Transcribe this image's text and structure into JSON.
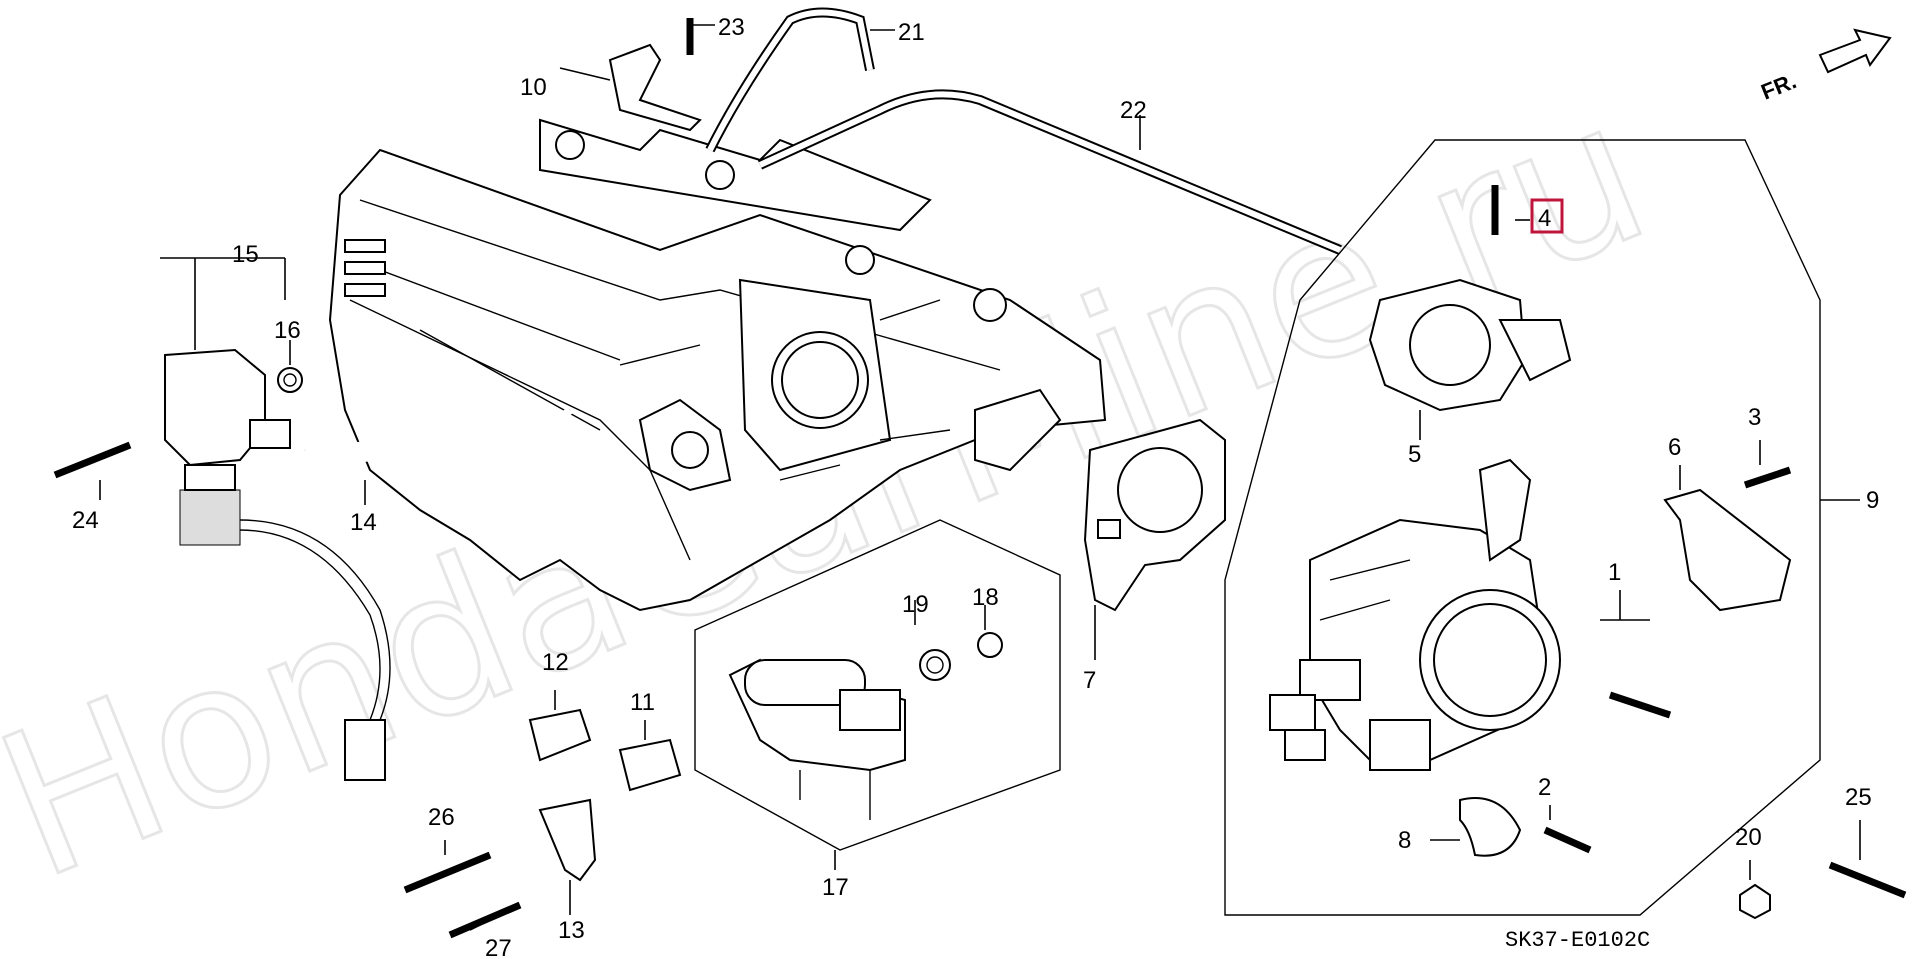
{
  "diagram": {
    "watermark": "HondaCarMine.ru",
    "code": "SK37-E0102C",
    "direction": "FR.",
    "highlighted_part": "4",
    "callouts": [
      "1",
      "2",
      "3",
      "4",
      "5",
      "6",
      "7",
      "8",
      "9",
      "10",
      "11",
      "12",
      "13",
      "14",
      "15",
      "16",
      "17",
      "18",
      "19",
      "20",
      "21",
      "22",
      "23",
      "24",
      "25",
      "26",
      "27"
    ]
  }
}
